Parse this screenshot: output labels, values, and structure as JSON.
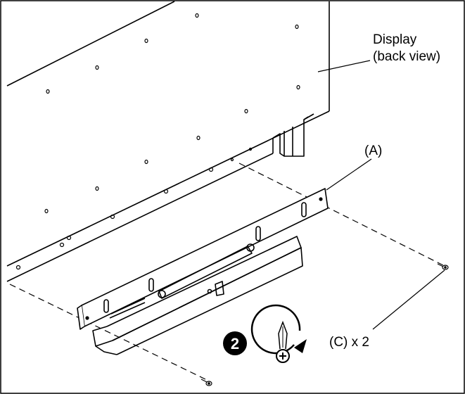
{
  "labels": {
    "display_line1": "Display",
    "display_line2": "(back view)",
    "bracket": "(A)",
    "screws": "(C) x 2",
    "step": "2"
  },
  "icons": {
    "step_badge": "numbered-circle",
    "screwdriver": "screwdriver-clockwise-icon"
  },
  "colors": {
    "line": "#000000",
    "background": "#ffffff"
  }
}
